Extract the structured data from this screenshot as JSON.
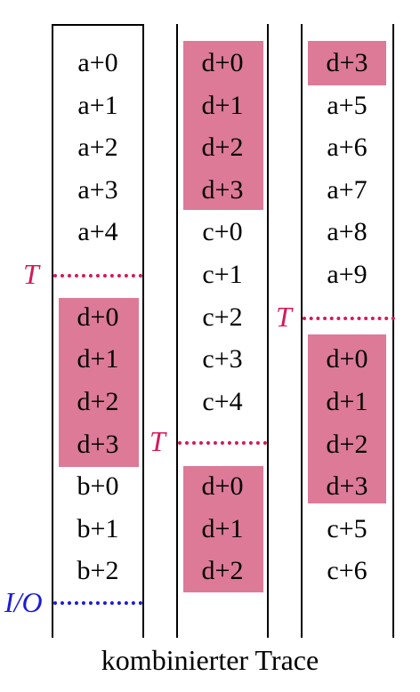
{
  "colors": {
    "highlight": "#dc7a97",
    "marker_t": "#d4195a",
    "marker_io": "#1a1adc"
  },
  "columns": [
    {
      "cells": [
        "a+0",
        "a+1",
        "a+2",
        "a+3",
        "a+4",
        "d+0",
        "d+1",
        "d+2",
        "d+3",
        "b+0",
        "b+1",
        "b+2"
      ]
    },
    {
      "cells": [
        "d+0",
        "d+1",
        "d+2",
        "d+3",
        "c+0",
        "c+1",
        "c+2",
        "c+3",
        "c+4",
        "d+0",
        "d+1",
        "d+2"
      ]
    },
    {
      "cells": [
        "d+3",
        "a+5",
        "a+6",
        "a+7",
        "a+8",
        "a+9",
        "d+0",
        "d+1",
        "d+2",
        "d+3",
        "c+5",
        "c+6"
      ]
    }
  ],
  "markers": {
    "t_label": "T",
    "io_label": "I/O"
  },
  "caption": "kombinierter Trace"
}
